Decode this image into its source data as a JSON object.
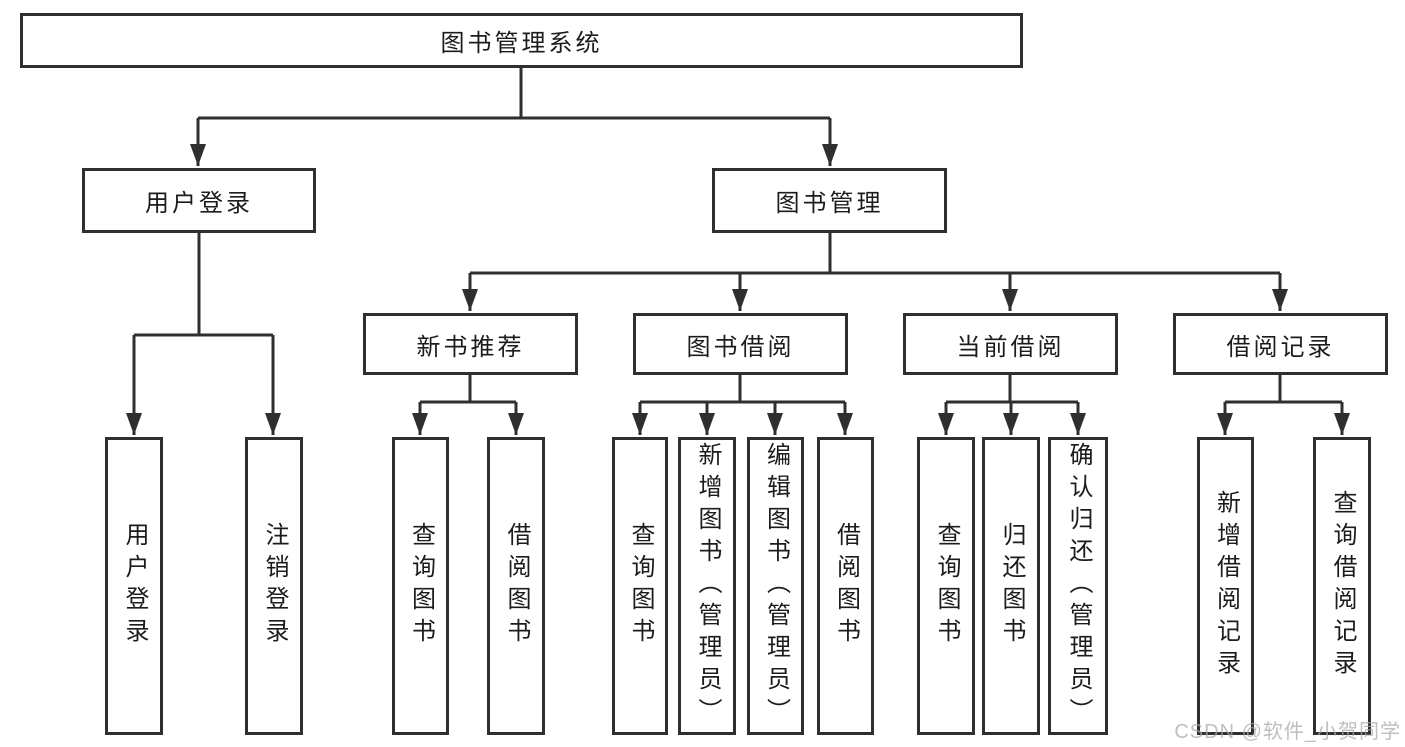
{
  "diagram": {
    "root": "图书管理系统",
    "children": [
      {
        "label": "用户登录",
        "children": [
          "用户登录",
          "注销登录"
        ]
      },
      {
        "label": "图书管理",
        "children": [
          {
            "label": "新书推荐",
            "children": [
              "查询图书",
              "借阅图书"
            ]
          },
          {
            "label": "图书借阅",
            "children": [
              "查询图书",
              "新增图书（管理员）",
              "编辑图书（管理员）",
              "借阅图书"
            ]
          },
          {
            "label": "当前借阅",
            "children": [
              "查询图书",
              "归还图书",
              "确认归还（管理员）"
            ]
          },
          {
            "label": "借阅记录",
            "children": [
              "新增借阅记录",
              "查询借阅记录"
            ]
          }
        ]
      }
    ]
  },
  "watermark": "CSDN @软件_小贺同学",
  "colors": {
    "line": "#2f2f2f",
    "box_border": "#2f2f2f",
    "box_fill": "#ffffff",
    "text": "#1c1c1c",
    "watermark": "#aaaaaa"
  }
}
